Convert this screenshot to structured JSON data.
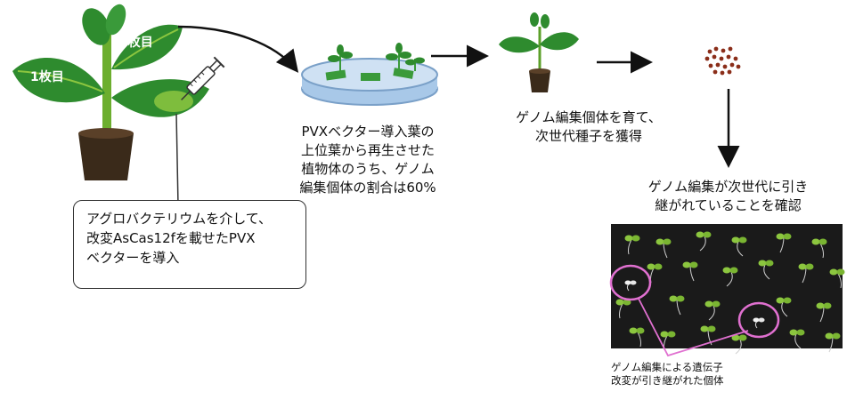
{
  "plant_labels": {
    "leaf1": "1枚目",
    "leaf2": "2枚目"
  },
  "callout_text": [
    "アグロバクテリウムを介して、",
    "改変AsCas12fを載せたPVX",
    "ベクターを導入"
  ],
  "step2_caption": [
    "PVXベクター導入葉の",
    "上位葉から再生させた",
    "植物体のうち、ゲノム",
    "編集個体の割合は60%"
  ],
  "step3_caption": [
    "ゲノム編集個体を育て、",
    "次世代種子を獲得"
  ],
  "step4_caption": [
    "ゲノム編集が次世代に引き",
    "継がれていることを確認"
  ],
  "photo_note": [
    "ゲノム編集による遺伝子",
    "改変が引き継がれた個体"
  ],
  "colors": {
    "leaf_green": "#2e8b2e",
    "leaf_light": "#8cc63f",
    "pot": "#3a2a1a",
    "dish": "#a8c8e8",
    "seed": "#8b2e1a",
    "highlight": "#e070d0",
    "photo_bg": "#1a1a1a"
  }
}
